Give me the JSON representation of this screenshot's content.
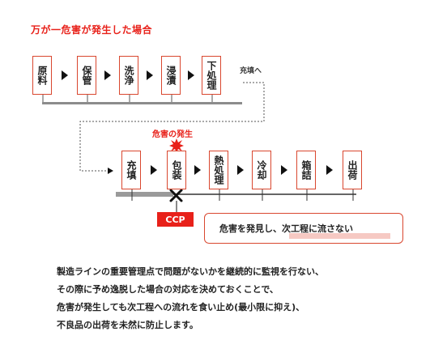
{
  "title": "万が一危害が発生した場合",
  "row1_steps": [
    "原料",
    "保管",
    "洗浄",
    "浸漬",
    "下処理"
  ],
  "row2_steps": [
    "充填",
    "包装",
    "熱処理",
    "冷却",
    "箱詰",
    "出荷"
  ],
  "to_label": "充填へ",
  "hazard_label": "危害の発生",
  "ccp_label": "CCP",
  "callout": {
    "prefix": "危害を発見し、",
    "highlight": "次工程に流さない"
  },
  "description": [
    "製造ラインの重要管理点で問題がないかを継続的に監視を行ない、",
    "その際に予め逸脱した場合の対応を決めておくことで、",
    "危害が発生しても次工程への流れを食い止め(最小限に抑え)、",
    "不良品の出荷を未然に防止します。"
  ],
  "colors": {
    "accent": "#e8211a",
    "box_border": "#d9472f",
    "bar": "#8c8c8c",
    "highlight": "#f6c9c3"
  }
}
